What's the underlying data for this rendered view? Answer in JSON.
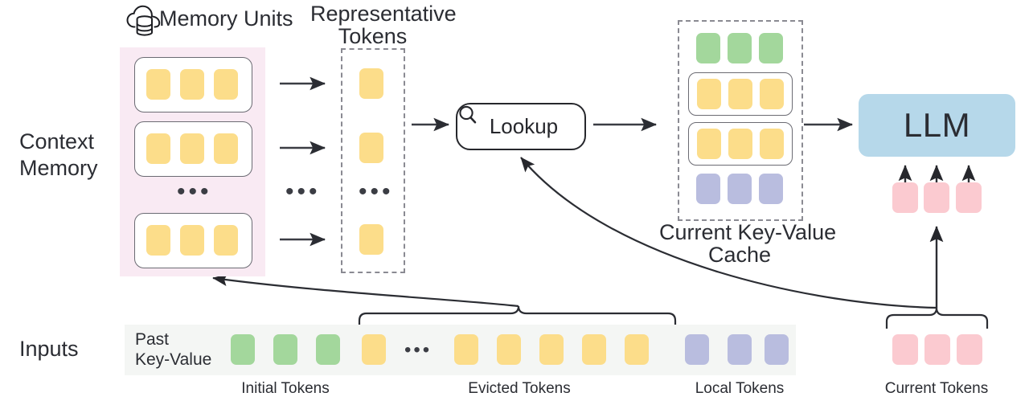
{
  "diagram": {
    "title_row": {
      "memory_units_label": "Memory Units",
      "representative_tokens_label_l1": "Representative",
      "representative_tokens_label_l2": "Tokens"
    },
    "row_labels": {
      "context_memory_l1": "Context",
      "context_memory_l2": "Memory",
      "inputs": "Inputs"
    },
    "context_memory": {
      "units": [
        {
          "tokens": [
            "y",
            "y",
            "y"
          ]
        },
        {
          "tokens": [
            "y",
            "y",
            "y"
          ]
        },
        {
          "tokens": [
            "y",
            "y",
            "y"
          ]
        }
      ],
      "ellipsis": "•••"
    },
    "representative_tokens": {
      "tokens": [
        "y",
        "y",
        "y"
      ],
      "ellipsis": "•••"
    },
    "between_ellipsis": "•••",
    "lookup": {
      "label": "Lookup",
      "icon": "search-icon"
    },
    "kv_cache": {
      "caption_l1": "Current Key-Value",
      "caption_l2": "Cache",
      "rows": [
        {
          "boxed": false,
          "color": "g",
          "count": 3
        },
        {
          "boxed": true,
          "color": "y",
          "count": 3
        },
        {
          "boxed": true,
          "color": "y",
          "count": 3
        },
        {
          "boxed": false,
          "color": "p",
          "count": 3
        }
      ]
    },
    "llm": {
      "label": "LLM",
      "input_tokens": [
        "k",
        "k",
        "k"
      ]
    },
    "inputs": {
      "past_kv_l1": "Past",
      "past_kv_l2": "Key-Value",
      "ellipsis": "•••",
      "initial_tokens": [
        "g",
        "g",
        "g"
      ],
      "evicted_tokens_left": [
        "y"
      ],
      "evicted_tokens_right": [
        "y",
        "y",
        "y",
        "y",
        "y"
      ],
      "local_tokens": [
        "p",
        "p",
        "p"
      ],
      "current_tokens": [
        "k",
        "k",
        "k"
      ]
    },
    "bottom_labels": {
      "initial": "Initial Tokens",
      "evicted": "Evicted Tokens",
      "local": "Local Tokens",
      "current": "Current Tokens"
    },
    "colors": {
      "yellow": "#fcdd8a",
      "green": "#a3d79c",
      "purple": "#b9bddf",
      "pink": "#fbcad0",
      "llm_blue": "#b6d8ea",
      "memory_zone": "#f9eaf3",
      "input_band": "#f4f6f4",
      "stroke": "#2b2d33",
      "dashed_stroke": "#8a8a92"
    }
  }
}
